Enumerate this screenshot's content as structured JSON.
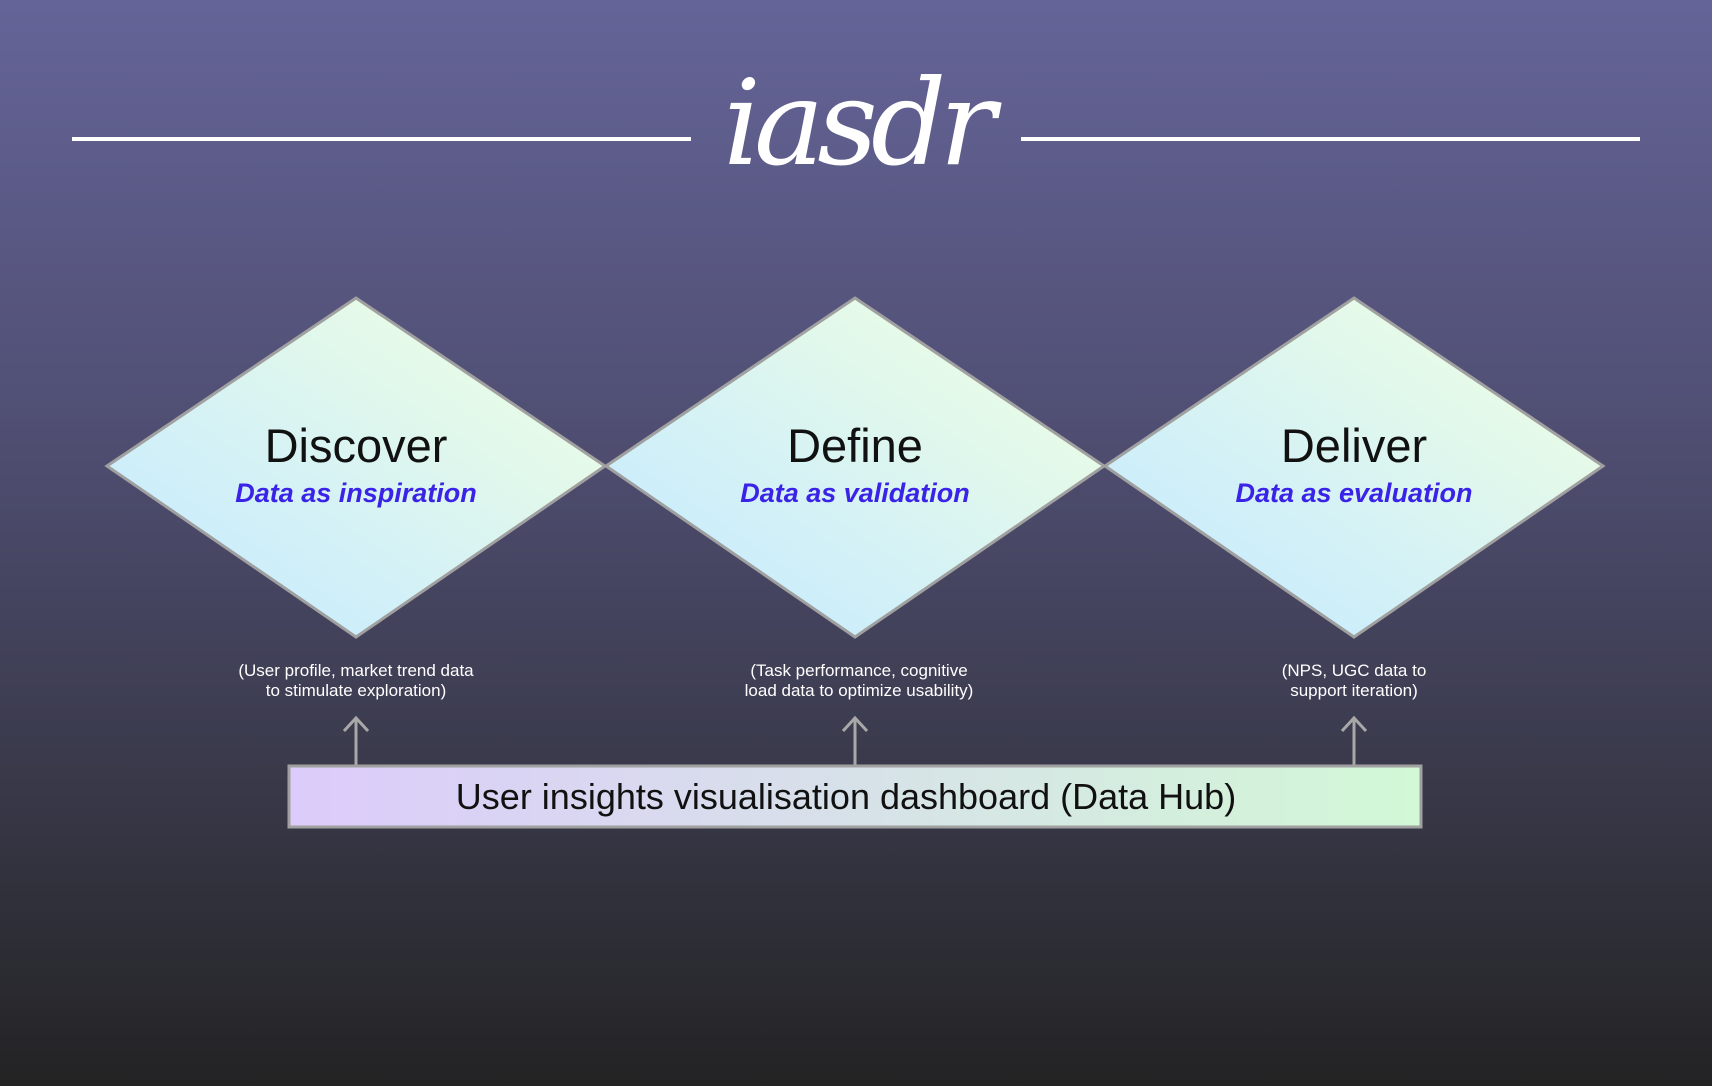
{
  "logo": {
    "text": "iasdr"
  },
  "stages": [
    {
      "title": "Discover",
      "subtitle": "Data as inspiration",
      "note": [
        "(User profile, market trend data",
        "to stimulate exploration)"
      ]
    },
    {
      "title": "Define",
      "subtitle": "Data as validation",
      "note": [
        "(Task performance, cognitive",
        "load data to optimize usability)"
      ]
    },
    {
      "title": "Deliver",
      "subtitle": "Data as evaluation",
      "note": [
        "(NPS, UGC data to",
        "support iteration)"
      ]
    }
  ],
  "hub": {
    "label": "User insights visualisation dashboard (Data Hub)"
  },
  "colors": {
    "subtitle": "#3a22e6",
    "diamond_fill_a": "#cdeefb",
    "diamond_fill_b": "#e8fbe6",
    "hub_fill_a": "#dccbfb",
    "hub_fill_b": "#d2f8d6",
    "outline": "#a0a0a0",
    "arrow": "#a8a8a8"
  }
}
